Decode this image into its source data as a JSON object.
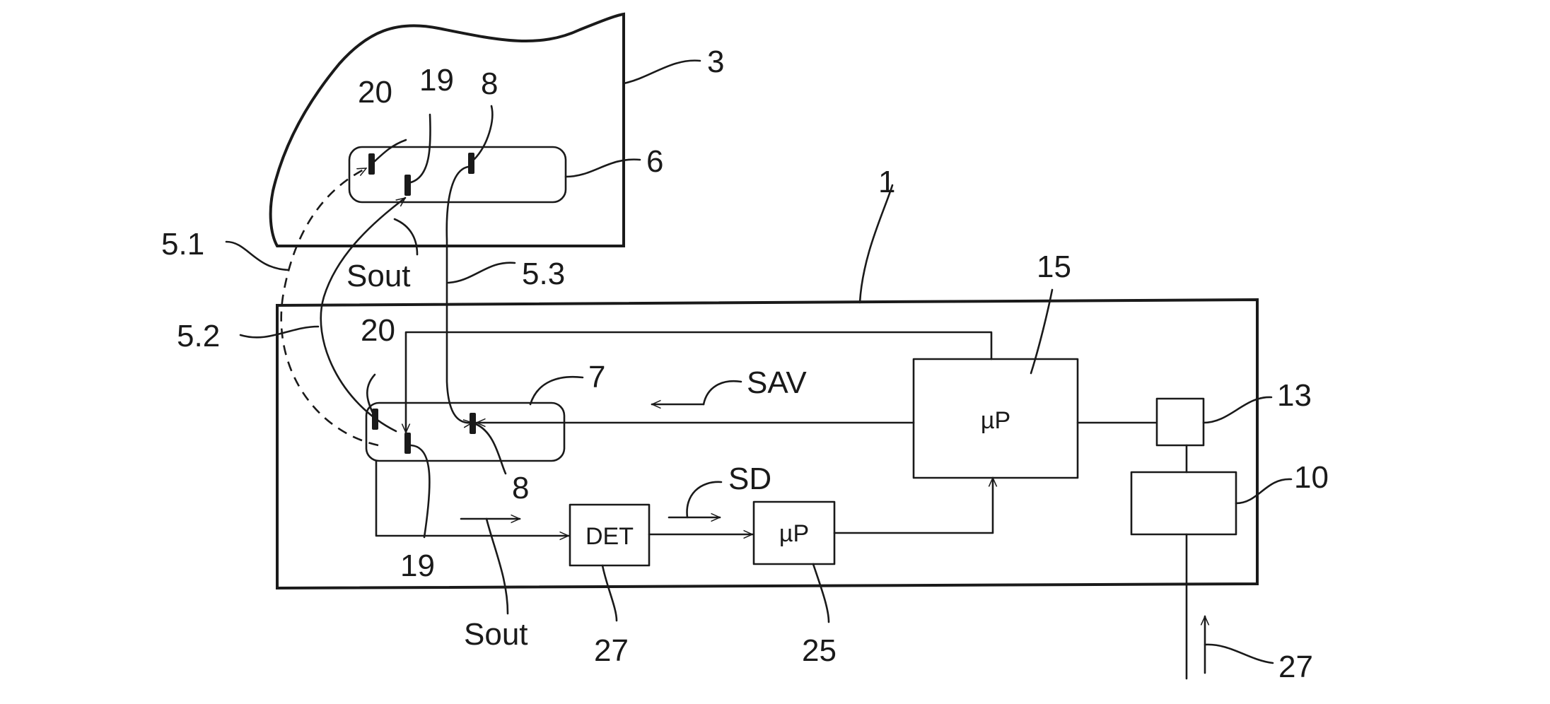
{
  "labels": {
    "ref_3": "3",
    "ref_6": "6",
    "ref_20_top": "20",
    "ref_19_top": "19",
    "ref_8_top": "8",
    "ref_1": "1",
    "ref_5_1": "5.1",
    "ref_5_2": "5.2",
    "ref_5_3": "5.3",
    "sout_top": "Sout",
    "ref_15": "15",
    "ref_20_bottom": "20",
    "ref_7": "7",
    "sav": "SAV",
    "ref_13": "13",
    "ref_8_bottom": "8",
    "sd": "SD",
    "ref_10": "10",
    "ref_19_bottom": "19",
    "sout_bottom": "Sout",
    "ref_27_det": "27",
    "ref_25": "25",
    "ref_27_input": "27"
  },
  "blocks": {
    "det": "DET",
    "up_small": "µP",
    "up_large": "µP"
  }
}
